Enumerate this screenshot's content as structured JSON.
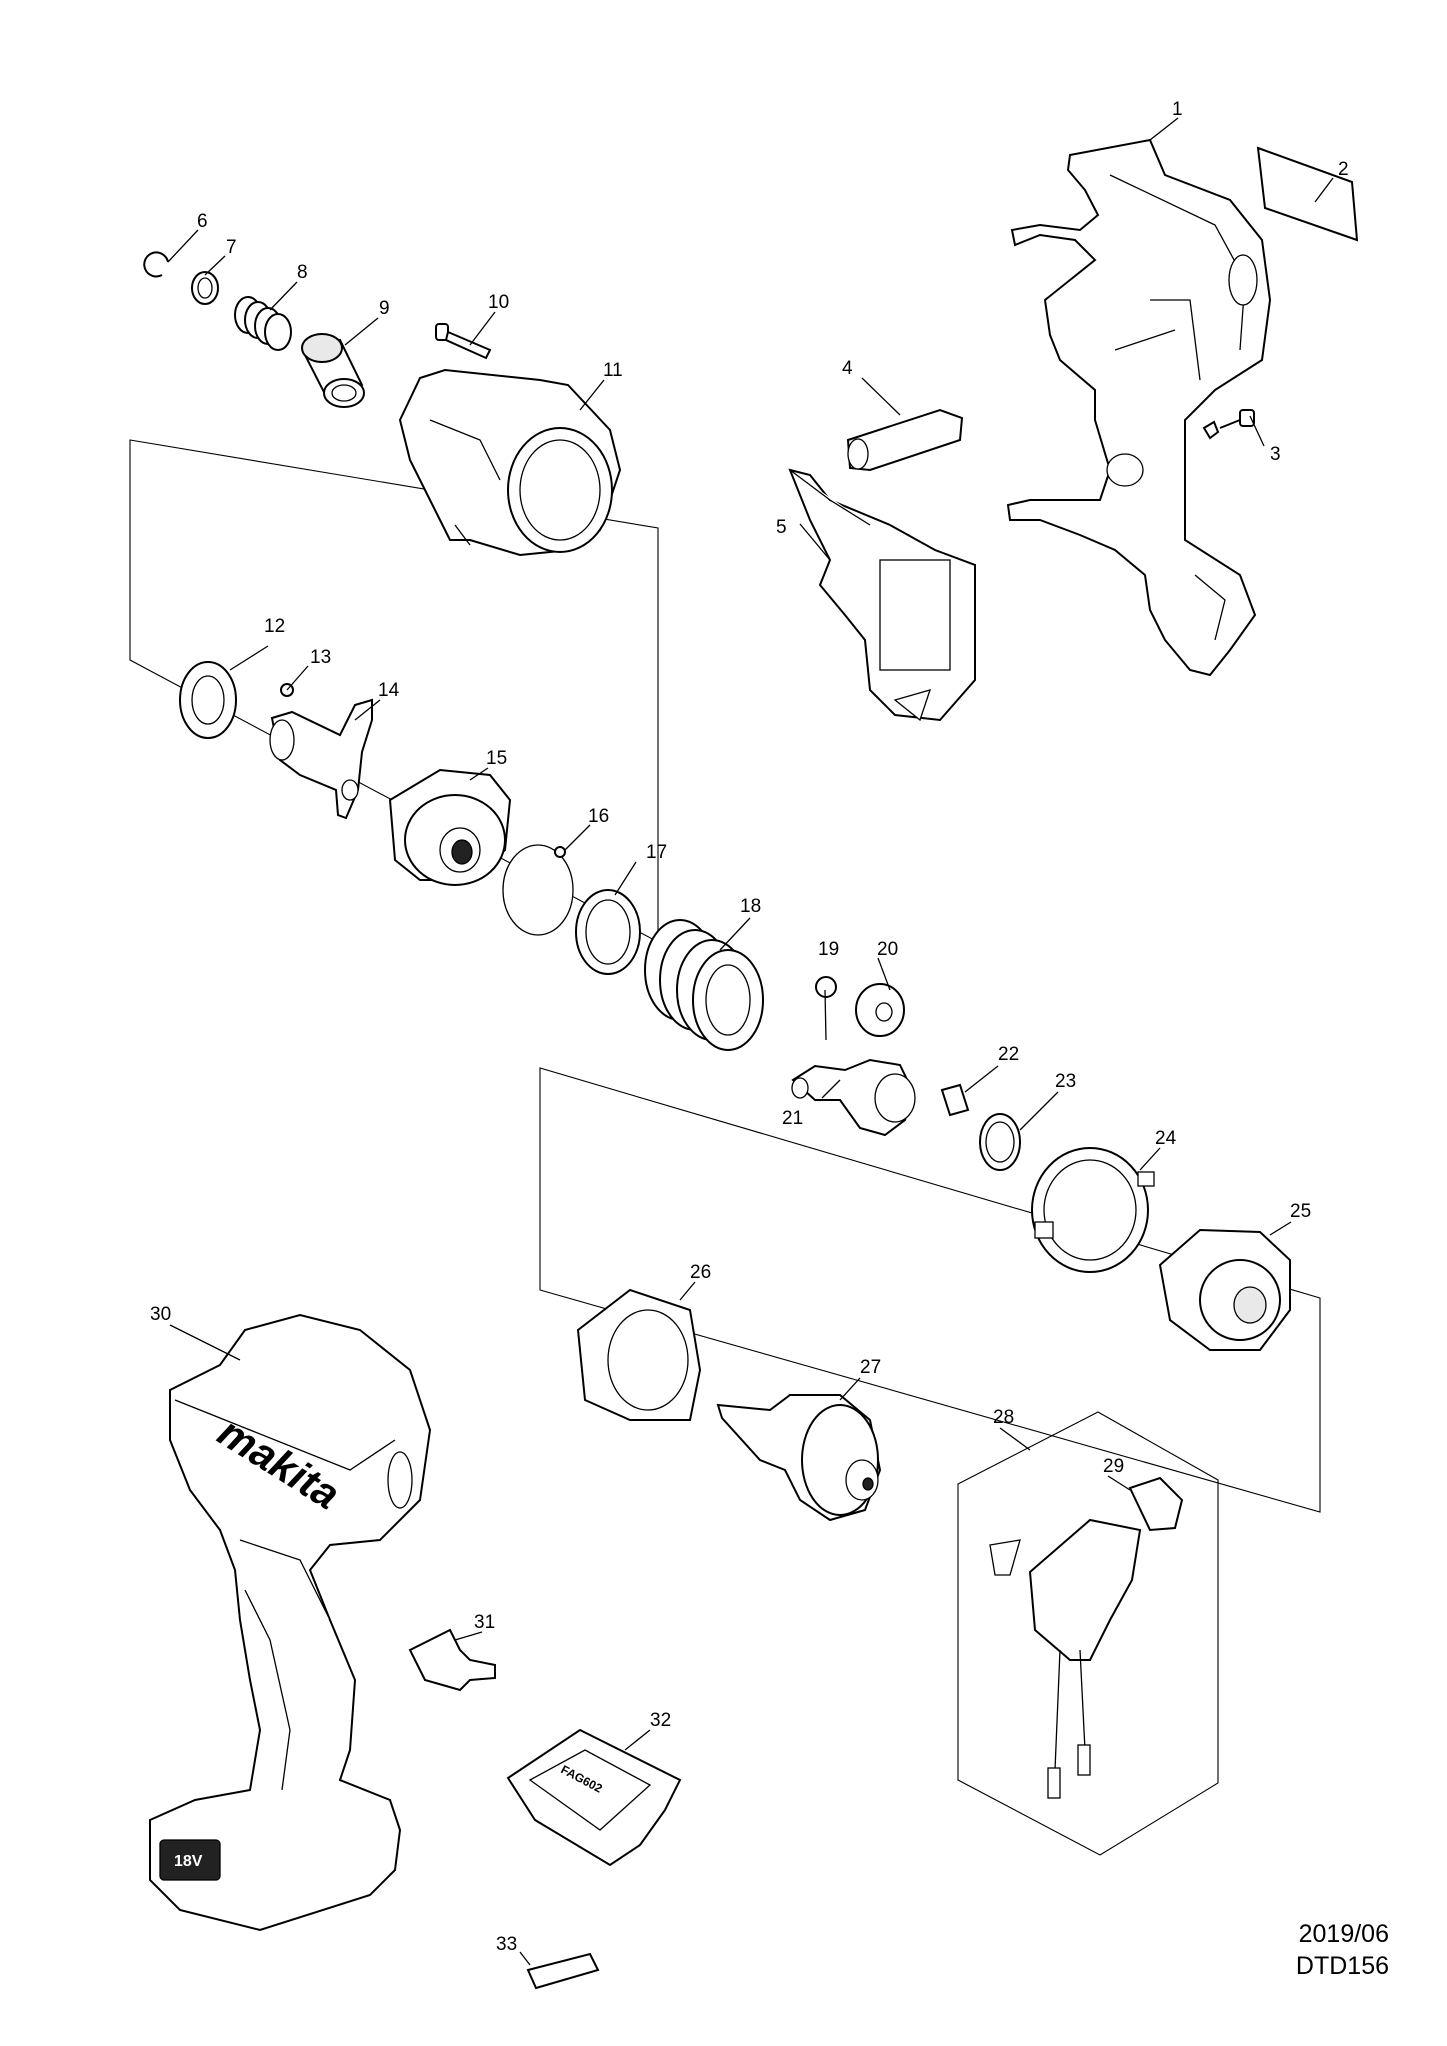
{
  "diagram": {
    "part_numbers": [
      "1",
      "2",
      "3",
      "4",
      "5",
      "6",
      "7",
      "8",
      "9",
      "10",
      "11",
      "12",
      "13",
      "14",
      "15",
      "16",
      "17",
      "18",
      "19",
      "20",
      "21",
      "22",
      "23",
      "24",
      "25",
      "26",
      "27",
      "28",
      "29",
      "30",
      "31",
      "32",
      "33"
    ],
    "brand_marking": "makita",
    "battery_label": "18V",
    "cover_label": "FAG602"
  },
  "footer": {
    "date": "2019/06",
    "model": "DTD156"
  }
}
